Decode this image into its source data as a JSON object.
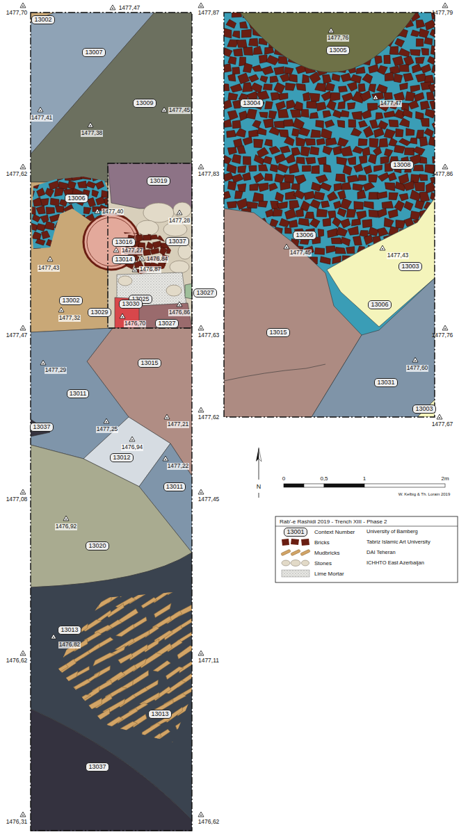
{
  "diagram": {
    "title": "Rab'-e Rashidi 2019 - Trench XIII - Phase 2",
    "nodes": [
      {
        "text": [
          "13002"
        ]
      },
      {
        "text": [
          "13007"
        ]
      },
      {
        "text": [
          "13009"
        ]
      },
      {
        "text": [
          "13019"
        ]
      },
      {
        "text": [
          "13006"
        ]
      },
      {
        "text": [
          "13016"
        ]
      },
      {
        "text": [
          "13014"
        ]
      },
      {
        "text": [
          "13037"
        ]
      },
      {
        "text": [
          "13027"
        ]
      },
      {
        "text": [
          "13025"
        ]
      },
      {
        "text": [
          "13002"
        ]
      },
      {
        "text": [
          "13030"
        ]
      },
      {
        "text": [
          "13029"
        ]
      },
      {
        "text": [
          "13027"
        ]
      },
      {
        "text": [
          "13015"
        ]
      },
      {
        "text": [
          "13011"
        ]
      },
      {
        "text": [
          "13037"
        ]
      },
      {
        "text": [
          "13012"
        ]
      },
      {
        "text": [
          "13011"
        ]
      },
      {
        "text": [
          "13020"
        ]
      },
      {
        "text": [
          "13013"
        ]
      },
      {
        "text": [
          "13013"
        ]
      },
      {
        "text": [
          "13037"
        ]
      },
      {
        "text": [
          "13005"
        ]
      },
      {
        "text": [
          "13004"
        ]
      },
      {
        "text": [
          "13008"
        ]
      },
      {
        "text": [
          "13006"
        ]
      },
      {
        "text": [
          "13003"
        ]
      },
      {
        "text": [
          "13006"
        ]
      },
      {
        "text": [
          "13015"
        ]
      },
      {
        "text": [
          "13031"
        ]
      },
      {
        "text": [
          "13003"
        ]
      },
      {
        "text": [
          "13001"
        ]
      }
    ],
    "labels": [
      "1477,70",
      "1477,47",
      "1477,87",
      "1477,79",
      "1477,76",
      "1477,41",
      "1477,45",
      "1477,47",
      "1477,38",
      "1477,62",
      "1477,83",
      "1477,86",
      "1477,40",
      "1477,28",
      "1477,45",
      "1477,43",
      "1477,27",
      "1476,84",
      "1476,87",
      "1477,43",
      "1476,86",
      "1477,32",
      "1476,70",
      "1477,47",
      "1477,63",
      "1477,76",
      "1477,60",
      "1477,29",
      "1477,62",
      "1477,67",
      "1477,25",
      "1477,21",
      "1476,94",
      "1477,22",
      "1477,08",
      "1477,45",
      "1476,92",
      "1476,82",
      "1476,62",
      "1477,11",
      "1476,31",
      "1476,62",
      "N",
      "0",
      "0,5",
      "1",
      "2m",
      "W. Kelbig & Th. Lorain 2019",
      "University of Bamberg",
      "Tabriz Islamic Art University",
      "DAI Teheran",
      "ICHHTO East Azerbaijan"
    ],
    "legend": [
      {
        "text": "Context Number"
      },
      {
        "text": "Bricks"
      },
      {
        "text": "Mudbricks"
      },
      {
        "text": "Stones"
      },
      {
        "text": "Lime Mortar"
      }
    ]
  }
}
